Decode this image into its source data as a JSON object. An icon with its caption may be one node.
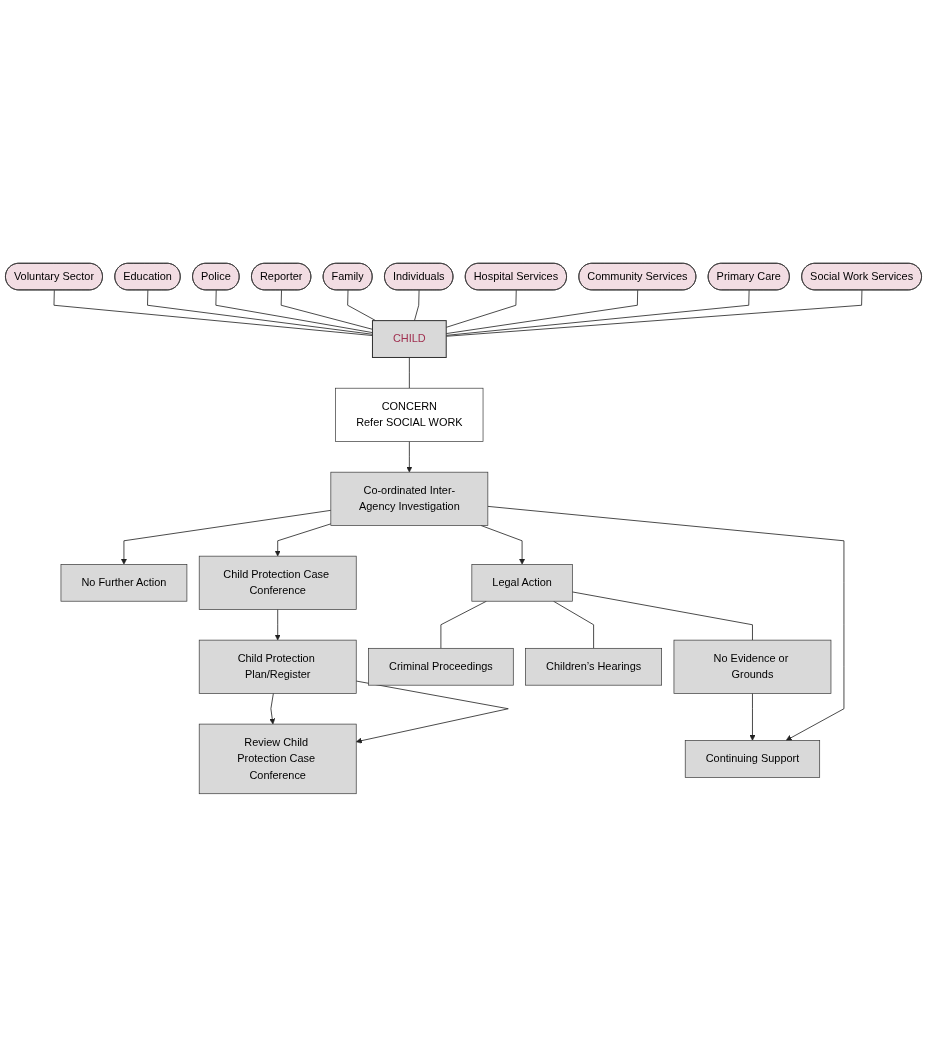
{
  "diagram": {
    "nodes": [
      {
        "text": [
          "Family"
        ]
      },
      {
        "text": [
          "Voluntary Sector"
        ]
      },
      {
        "text": [
          "Individuals"
        ]
      },
      {
        "text": [
          "Education"
        ]
      },
      {
        "text": [
          "Hospital Services"
        ]
      },
      {
        "text": [
          "Police"
        ]
      },
      {
        "text": [
          "Community Services"
        ]
      },
      {
        "text": [
          "Reporter"
        ]
      },
      {
        "text": [
          "CHILD"
        ]
      },
      {
        "text": [
          "Primary Care"
        ]
      },
      {
        "text": [
          "Social Work Services"
        ]
      },
      {
        "text": [
          "CONCERN",
          "Refer SOCIAL WORK"
        ]
      },
      {
        "text": [
          "Co-ordinated Inter-Agency Investigation"
        ]
      },
      {
        "text": [
          "No Further Action"
        ]
      },
      {
        "text": [
          "Child Protection Case Conference"
        ]
      },
      {
        "text": [
          "Legal Action"
        ]
      },
      {
        "text": [
          "Continuing Support"
        ]
      },
      {
        "text": [
          "Child Protection Plan/Register"
        ]
      },
      {
        "text": [
          "Criminal Proceedings"
        ]
      },
      {
        "text": [
          "Children’s Hearings"
        ]
      },
      {
        "text": [
          "No Evidence or Grounds"
        ]
      },
      {
        "text": [
          "Review Child Protection Case Conference"
        ]
      }
    ],
    "edges": [
      {
        "from": 1,
        "to": 8,
        "arrow": "none"
      },
      {
        "from": 3,
        "to": 8,
        "arrow": "none"
      },
      {
        "from": 5,
        "to": 8,
        "arrow": "none"
      },
      {
        "from": 7,
        "to": 8,
        "arrow": "none"
      },
      {
        "from": 0,
        "to": 8,
        "arrow": "none"
      },
      {
        "from": 2,
        "to": 8,
        "arrow": "none"
      },
      {
        "from": 4,
        "to": 8,
        "arrow": "none"
      },
      {
        "from": 6,
        "to": 8,
        "arrow": "none"
      },
      {
        "from": 9,
        "to": 8,
        "arrow": "none"
      },
      {
        "from": 10,
        "to": 8,
        "arrow": "none"
      },
      {
        "from": 8,
        "to": 11,
        "arrow": "none"
      },
      {
        "from": 11,
        "to": 12,
        "arrow": "to"
      },
      {
        "from": 12,
        "to": 13,
        "arrow": "to"
      },
      {
        "from": 12,
        "to": 14,
        "arrow": "to"
      },
      {
        "from": 12,
        "to": 15,
        "arrow": "to"
      },
      {
        "from": 12,
        "to": 16,
        "arrow": "to"
      },
      {
        "from": 14,
        "to": 17,
        "arrow": "to"
      },
      {
        "from": 15,
        "to": 18,
        "arrow": "none"
      },
      {
        "from": 15,
        "to": 19,
        "arrow": "none"
      },
      {
        "from": 15,
        "to": 20,
        "arrow": "none"
      },
      {
        "from": 20,
        "to": 16,
        "arrow": "to"
      },
      {
        "from": 17,
        "to": 21,
        "arrow": "to"
      },
      {
        "from": 17,
        "to": 21,
        "arrow": "to"
      }
    ]
  }
}
